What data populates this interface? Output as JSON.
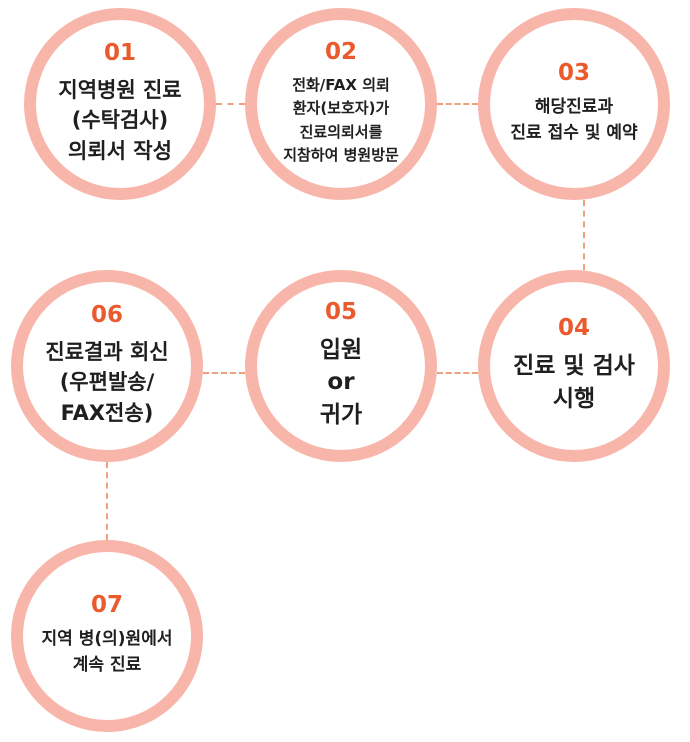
{
  "diagram": {
    "steps": [
      {
        "number": "01",
        "title": "지역병원 진료\n(수탁검사)\n의뢰서 작성"
      },
      {
        "number": "02",
        "title": "전화/FAX 의뢰\n환자(보호자)가\n진료의뢰서를\n지참하여 병원방문"
      },
      {
        "number": "03",
        "title": "해당진료과\n진료 접수 및 예약"
      },
      {
        "number": "04",
        "title": "진료 및 검사\n시행"
      },
      {
        "number": "05",
        "title": "입원\nor\n귀가"
      },
      {
        "number": "06",
        "title": "진료결과 회신\n(우편발송/\nFAX전송)"
      },
      {
        "number": "07",
        "title": "지역 병(의)원에서\n계속 진료"
      }
    ],
    "colors": {
      "ring": "#f8b5a9",
      "number": "#ea5a2d",
      "connector": "#f0a07c",
      "text": "#1f1f1f"
    }
  }
}
